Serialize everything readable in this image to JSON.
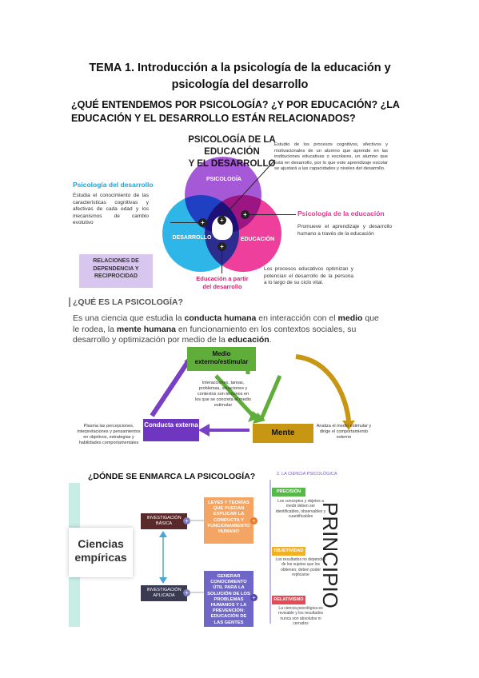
{
  "title_line1": "TEMA 1. Introducción a la psicología de la educación y",
  "title_line2": "psicología del desarrollo",
  "question_line1": "¿QUÉ ENTENDEMOS POR PSICOLOGÍA? ¿Y POR EDUCACIÓN? ¿LA",
  "question_line2": "EDUCACIÓN Y EL DESARROLLO ESTÁN RELACIONADOS?",
  "venn": {
    "title_line1": "PSICOLOGÍA DE LA EDUCACIÓN",
    "title_line2": "Y EL DESARROLLO",
    "psicologia": "PSICOLOGÍA",
    "desarrollo": "DESARROLLO",
    "educacion": "EDUCACIÓN",
    "dev_label": "Psicología del desarrollo",
    "dev_desc": "Estudia el conocimiento de las características cognitivas y afectivas de cada edad y los mecanismos de cambio evolutivo",
    "edu_label": "Psicología de la educación",
    "edu_desc": "Promueve el aprendizaje y desarrollo humano a través de la educación",
    "top_desc": "Estudio de los procesos cognitivos, afectivos y motivacionales de un alumno que aprende en las instituciones educativas o escolares, un alumno que está en desarrollo, por lo que este aprendizaje escolar se ajustará a las capacidades y niveles del desarrollo.",
    "bottom_desc": "Los procesos educativos optimizan y potencian el desarrollo de la persona a lo largo de su ciclo vital.",
    "relaciones": "RELACIONES DE DEPENDENCIA Y RECIPROCIDAD",
    "edu_partir_line1": "Educación a partir",
    "edu_partir_line2": "del desarrollo"
  },
  "que_es": {
    "heading": "¿QUÉ ES LA PSICOLOGÍA?",
    "def_a": "Es una ciencia que estudia la ",
    "def_b": "conducta humana",
    "def_c": " en interacción con el ",
    "def_d": "medio",
    "def_e": " que le rodea, la ",
    "def_f": "mente humana",
    "def_g": " en funcionamiento en los contextos sociales, su desarrollo y optimización por medio de la ",
    "def_h": "educación",
    "def_i": "."
  },
  "triangle": {
    "medio": "Medio externo/estimular",
    "conducta": "Conducta externa",
    "mente": "Mente",
    "center": "Interacciones, tareas, problemas, situaciones y contextos son términos en los que se concreta el medio estimular",
    "left": "Plasma las percepciones, interpretaciones y pensamientos en objetivos, estrategias y habilidades comportamentales",
    "right": "Analiza el medio estimular y dirige el comportamiento externo"
  },
  "donde": {
    "heading": "¿DÓNDE SE ENMARCA LA PSICOLOGÍA?",
    "ciencias_line1": "Ciencias",
    "ciencias_line2": "empíricas",
    "inv_basica": "INVESTIGACIÓN BÁSICA",
    "inv_aplicada": "INVESTIGACIÓN APLICADA",
    "orange_text": "LEYES Y TEORÍAS QUE PUEDAN EXPLICAR LA CONDUCTA Y FUNCIONAMIENTO HUMANO",
    "purple_text": "GENERAR CONOCIMIENTO ÚTIL PARA LA SOLUCIÓN DE LOS PROBLEMAS HUMANOS Y LA PREVENCIÓN: EDUCACIÓN DE LAS GENTES",
    "ciencia_heading": "2. LA CIENCIA PSICOLÓGICA",
    "precision": "PRECISIÓN",
    "precision_desc": "Los conceptos y objetos a medir deben ser identificables, observables y cuantificables",
    "objetividad": "OBJETIVIDAD",
    "objetividad_desc": "Los resultados no dependen de los sujetos que los obtienen; deben poder replicarse",
    "relativismo": "RELATIVISMO",
    "relativismo_desc": "La ciencia psicológica es revisable y los resultados nunca son absolutos ni cerrados",
    "principios": "PRINCIPIOS"
  }
}
